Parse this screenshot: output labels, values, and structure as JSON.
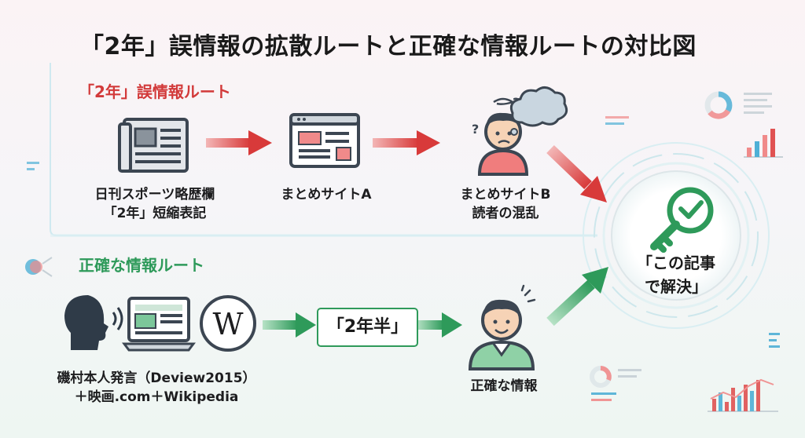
{
  "title": "「2年」誤情報の拡散ルートと正確な情報ルートの対比図",
  "wrong_route": {
    "heading": "「2年」誤情報ルート",
    "nodes": [
      {
        "icon": "newspaper-icon",
        "lines": [
          "日刊スポーツ略歴欄",
          "「2年」短縮表記"
        ]
      },
      {
        "icon": "web-page-icon",
        "lines": [
          "まとめサイトA"
        ]
      },
      {
        "icon": "confused-person-icon",
        "lines": [
          "まとめサイトB",
          "読者の混乱"
        ]
      }
    ]
  },
  "right_route": {
    "heading": "正確な情報ルート",
    "source_lines": [
      "磯村本人発言（Deview2015）",
      "＋映画.com＋Wikipedia"
    ],
    "source_icons": [
      "speaking-person-icon",
      "laptop-icon",
      "wikipedia-icon"
    ],
    "box": "「2年半」",
    "person": {
      "icon": "happy-person-icon",
      "lines": [
        "正確な情報"
      ]
    }
  },
  "hub": {
    "icon": "key-check-icon",
    "lines": [
      "「この記事",
      "で解決」"
    ]
  },
  "colors": {
    "wrong": "#d23a3a",
    "right": "#2e9a5a",
    "icon_dark": "#3c4652"
  }
}
